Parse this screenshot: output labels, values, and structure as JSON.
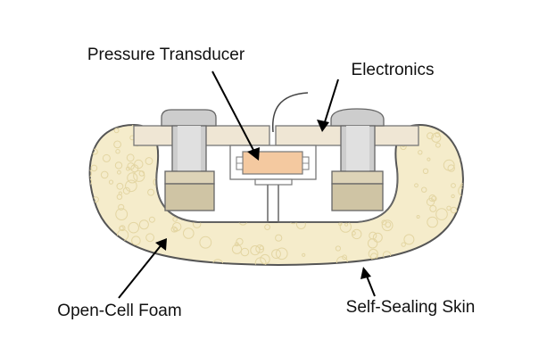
{
  "labels": {
    "pressure_transducer": "Pressure Transducer",
    "electronics": "Electronics",
    "open_cell_foam": "Open-Cell Foam",
    "self_sealing_skin": "Self-Sealing Skin"
  },
  "colors": {
    "foam_fill": "#f5eccb",
    "foam_bubble": "#e3d5a2",
    "skin_stroke": "#555555",
    "plate_fill": "#efe6d4",
    "bolt_fill": "#cdcdcd",
    "nut_fill": "#cfc4a4",
    "transducer_fill": "#f4c9a0"
  }
}
